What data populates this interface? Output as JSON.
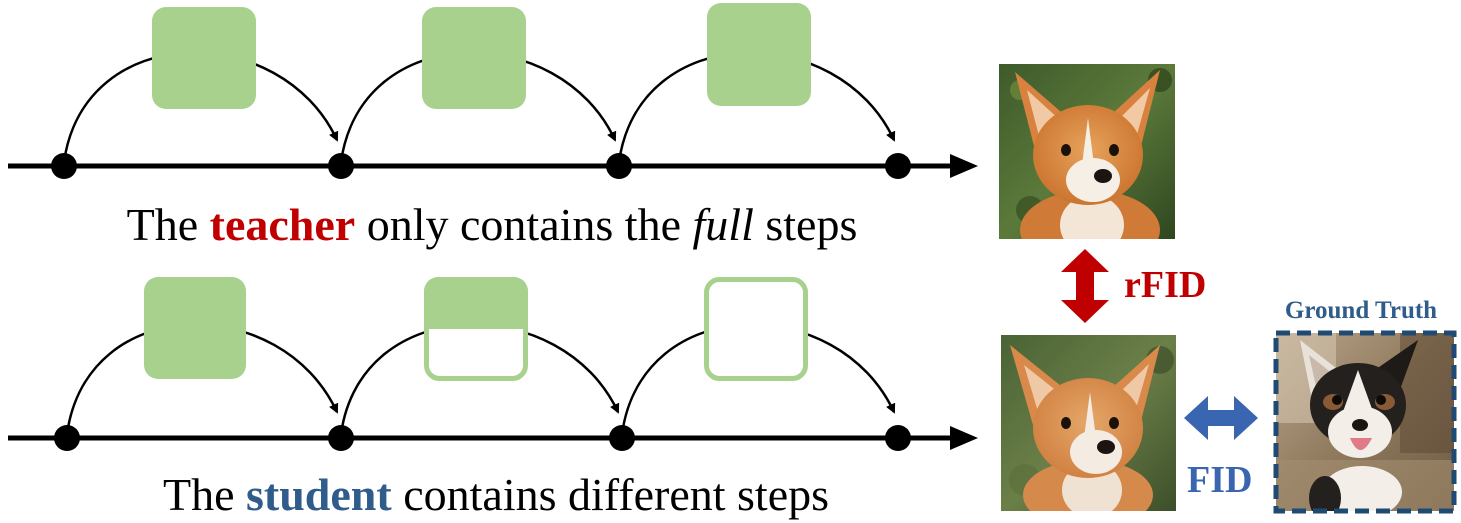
{
  "teacher_caption": {
    "prefix": "The ",
    "emphasis": "teacher",
    "middle": " only contains the ",
    "italic": "full",
    "suffix": " steps"
  },
  "student_caption": {
    "prefix": "The ",
    "emphasis": "student",
    "suffix": " contains different steps"
  },
  "metrics": {
    "rfid_label": "rFID",
    "fid_label": "FID",
    "ground_truth_label": "Ground Truth"
  },
  "images": {
    "teacher_output": "corgi-photo",
    "student_output": "corgi-painterly",
    "ground_truth": "corgi-puppy-photo"
  },
  "colors": {
    "teacher_red": "#c00000",
    "student_blue": "#2f5c8a",
    "arrow_blue": "#3a65b0",
    "step_green": "#a9d18e",
    "line_black": "#000000"
  },
  "steps": {
    "teacher": [
      {
        "fill_fraction": 1.0
      },
      {
        "fill_fraction": 1.0
      },
      {
        "fill_fraction": 1.0
      }
    ],
    "student": [
      {
        "fill_fraction": 1.0
      },
      {
        "fill_fraction": 0.5
      },
      {
        "fill_fraction": 0.0
      }
    ]
  }
}
